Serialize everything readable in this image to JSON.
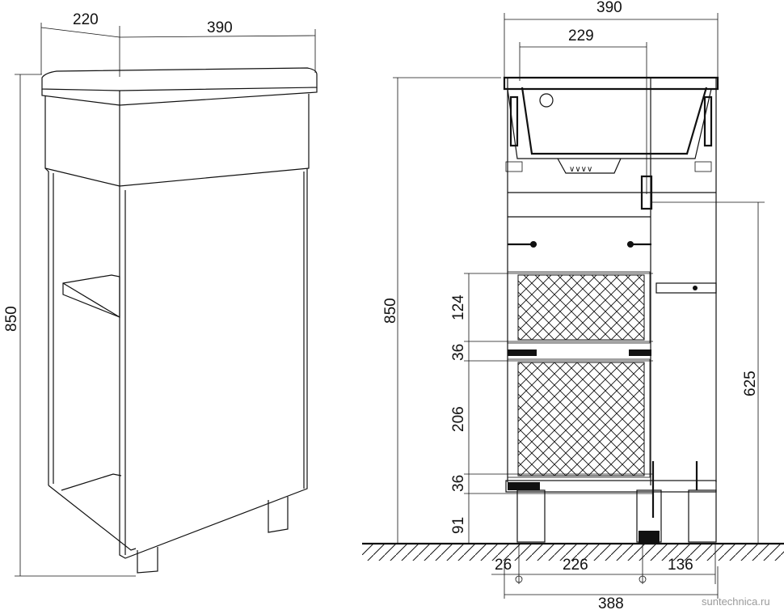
{
  "perspective": {
    "dims": {
      "depth": "220",
      "width": "390",
      "height": "850"
    }
  },
  "front": {
    "dims": {
      "overall_width_top": "390",
      "basin_width": "229",
      "overall_height": "850",
      "drain_height": "625",
      "gap_124": "124",
      "gap_36_upper": "36",
      "gap_206": "206",
      "gap_36_lower": "36",
      "leg_91": "91",
      "bottom_26": "26",
      "bottom_226": "226",
      "bottom_136": "136",
      "overall_width_bottom": "388"
    }
  },
  "watermark": "suntechnica.ru"
}
